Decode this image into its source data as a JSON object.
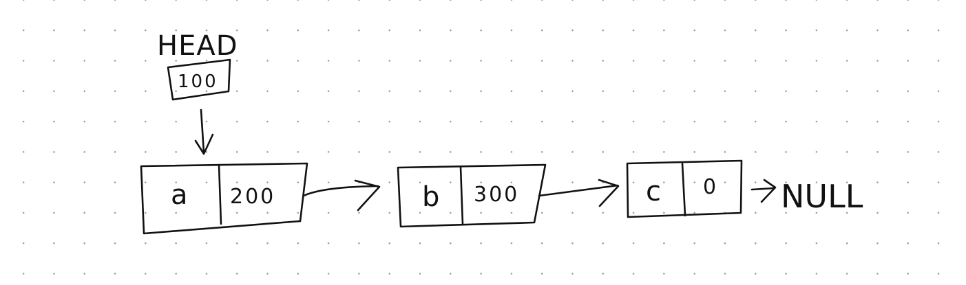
{
  "head": {
    "label": "HEAD",
    "address": "100"
  },
  "nodes": [
    {
      "data": "a",
      "next": "200"
    },
    {
      "data": "b",
      "next": "300"
    },
    {
      "data": "c",
      "next": "0"
    }
  ],
  "terminator": "NULL"
}
